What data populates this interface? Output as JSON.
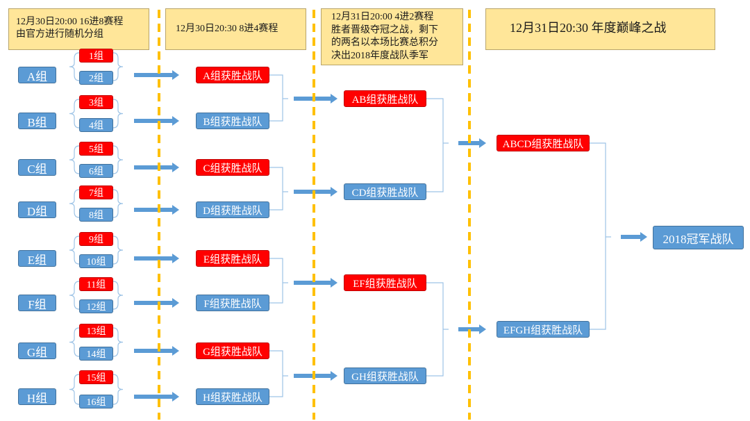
{
  "headers": {
    "round1": [
      "12月30日20:00  16进8赛程",
      "由官方进行随机分组"
    ],
    "round2": [
      "12月30日20:30  8进4赛程"
    ],
    "round3": [
      "12月31日20:00  4进2赛程",
      "胜者晋级夺冠之战，剩下",
      "的两名以本场比赛总积分",
      "决出2018年度战队季军"
    ],
    "round4": [
      "12月31日20:30  年度巅峰之战"
    ]
  },
  "groups": [
    {
      "label": "A组",
      "sub_top": "1组",
      "sub_bottom": "2组",
      "winner": "A组获胜战队",
      "winner_highlight": true
    },
    {
      "label": "B组",
      "sub_top": "3组",
      "sub_bottom": "4组",
      "winner": "B组获胜战队",
      "winner_highlight": false
    },
    {
      "label": "C组",
      "sub_top": "5组",
      "sub_bottom": "6组",
      "winner": "C组获胜战队",
      "winner_highlight": true
    },
    {
      "label": "D组",
      "sub_top": "7组",
      "sub_bottom": "8组",
      "winner": "D组获胜战队",
      "winner_highlight": false
    },
    {
      "label": "E组",
      "sub_top": "9组",
      "sub_bottom": "10组",
      "winner": "E组获胜战队",
      "winner_highlight": true
    },
    {
      "label": "F组",
      "sub_top": "11组",
      "sub_bottom": "12组",
      "winner": "F组获胜战队",
      "winner_highlight": false
    },
    {
      "label": "G组",
      "sub_top": "13组",
      "sub_bottom": "14组",
      "winner": "G组获胜战队",
      "winner_highlight": true
    },
    {
      "label": "H组",
      "sub_top": "15组",
      "sub_bottom": "16组",
      "winner": "H组获胜战队",
      "winner_highlight": false
    }
  ],
  "semis": [
    {
      "label": "AB组获胜战队",
      "highlight": true
    },
    {
      "label": "CD组获胜战队",
      "highlight": false
    },
    {
      "label": "EF组获胜战队",
      "highlight": true
    },
    {
      "label": "GH组获胜战队",
      "highlight": false
    }
  ],
  "finals": [
    {
      "label": "ABCD组获胜战队",
      "highlight": true
    },
    {
      "label": "EFGH组获胜战队",
      "highlight": false
    }
  ],
  "champion": "2018冠军战队",
  "colors": {
    "team_blue": "#5b9bd5",
    "winner_red": "#ff0000",
    "header_fill": "#ffe699",
    "divider": "#ffc000",
    "connector": "#9dc3e6",
    "arrow": "#5b9bd5"
  }
}
